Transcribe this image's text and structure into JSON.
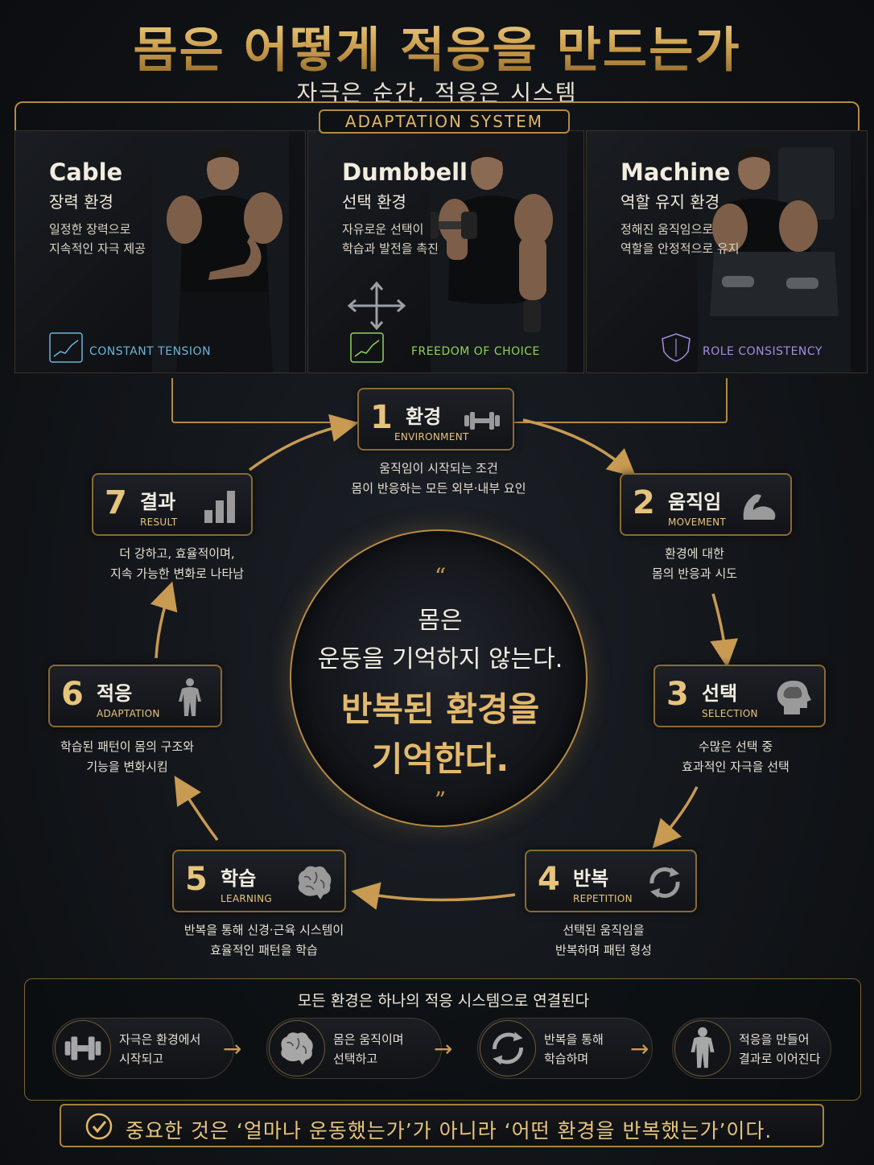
{
  "header": {
    "title": "몸은 어떻게 적응을 만드는가",
    "subtitle": "자극은 순간, 적응은 시스템",
    "system_label": "ADAPTATION SYSTEM"
  },
  "panels": [
    {
      "title": "Cable",
      "subtitle": "장력 환경",
      "desc_line1": "일정한 장력으로",
      "desc_line2": "지속적인 자극 제공",
      "tag": "CONSTANT TENSION",
      "tag_color": "#6bb5d9"
    },
    {
      "title": "Dumbbell",
      "subtitle": "선택 환경",
      "desc_line1": "자유로운 선택이",
      "desc_line2": "학습과 발전을 촉진",
      "tag": "FREEDOM OF CHOICE",
      "tag_color": "#8fd35a"
    },
    {
      "title": "Machine",
      "subtitle": "역할 유지 환경",
      "desc_line1": "정해진 움직임으로",
      "desc_line2": "역할을 안정적으로 유지",
      "tag": "ROLE CONSISTENCY",
      "tag_color": "#a58de0"
    }
  ],
  "steps": [
    {
      "num": "1",
      "kor": "환경",
      "eng": "ENVIRONMENT",
      "icon": "dumbbell-icon",
      "desc_line1": "움직임이 시작되는 조건",
      "desc_line2": "몸이 반응하는 모든 외부·내부 요인"
    },
    {
      "num": "2",
      "kor": "움직임",
      "eng": "MOVEMENT",
      "icon": "flexed-arm-icon",
      "desc_line1": "환경에 대한",
      "desc_line2": "몸의 반응과 시도"
    },
    {
      "num": "3",
      "kor": "선택",
      "eng": "SELECTION",
      "icon": "head-brain-icon",
      "desc_line1": "수많은 선택 중",
      "desc_line2": "효과적인 자극을 선택"
    },
    {
      "num": "4",
      "kor": "반복",
      "eng": "REPETITION",
      "icon": "refresh-icon",
      "desc_line1": "선택된 움직임을",
      "desc_line2": "반복하며 패턴 형성"
    },
    {
      "num": "5",
      "kor": "학습",
      "eng": "LEARNING",
      "icon": "brain-icon",
      "desc_line1": "반복을 통해 신경·근육 시스템이",
      "desc_line2": "효율적인 패턴을 학습"
    },
    {
      "num": "6",
      "kor": "적응",
      "eng": "ADAPTATION",
      "icon": "body-icon",
      "desc_line1": "학습된 패턴이 몸의 구조와",
      "desc_line2": "기능을 변화시킴"
    },
    {
      "num": "7",
      "kor": "결과",
      "eng": "RESULT",
      "icon": "bar-chart-icon",
      "desc_line1": "더 강하고, 효율적이며,",
      "desc_line2": "지속 가능한 변화로 나타남"
    }
  ],
  "center": {
    "open_quote": "“",
    "line1": "몸은",
    "line2": "운동을 기억하지 않는다.",
    "line3": "반복된 환경을",
    "line4": "기억한다.",
    "close_quote": "”"
  },
  "bottom": {
    "title": "모든 환경은 하나의 적응 시스템으로 연결된다",
    "flow": [
      {
        "icon": "dumbbell-icon",
        "line1": "자극은 환경에서",
        "line2": "시작되고"
      },
      {
        "icon": "brain-icon",
        "line1": "몸은 움직이며",
        "line2": "선택하고"
      },
      {
        "icon": "refresh-icon",
        "line1": "반복을 통해",
        "line2": "학습하며"
      },
      {
        "icon": "body-icon",
        "line1": "적응을 만들어",
        "line2": "결과로 이어진다"
      }
    ],
    "arrow": "→"
  },
  "conclusion": {
    "text": "중요한 것은 ‘얼마나 운동했는가’가 아니라 ‘어떤 환경을 반복했는가’이다.",
    "icon": "check-circle-icon"
  },
  "colors": {
    "gold": "#d9b36a",
    "background": "#121519"
  }
}
